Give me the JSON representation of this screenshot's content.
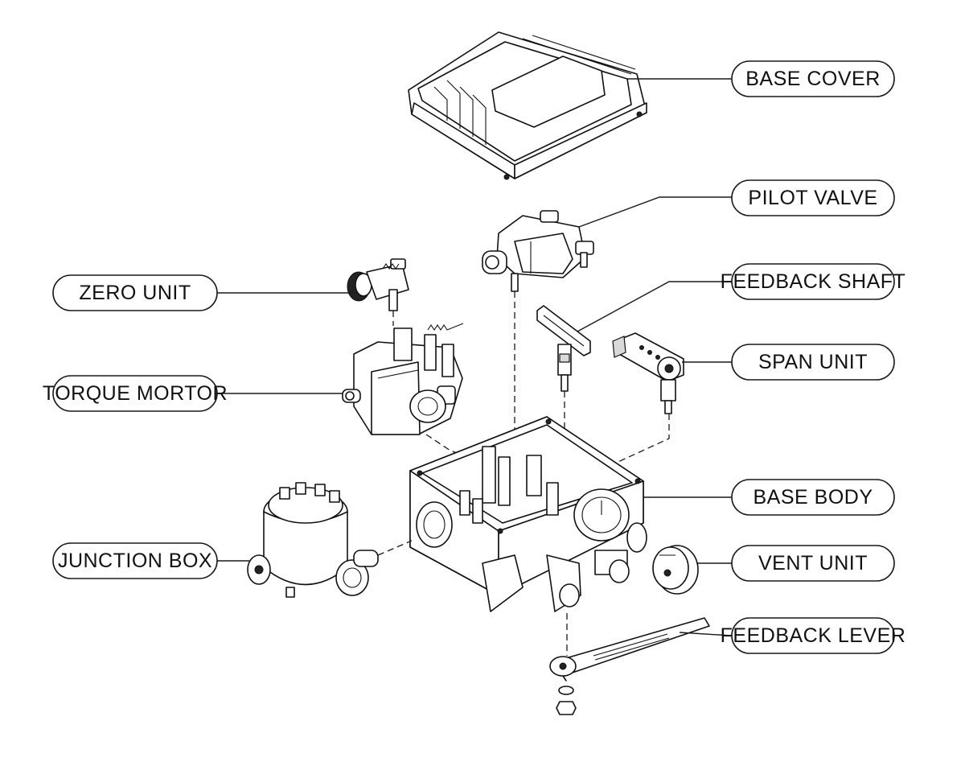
{
  "labels": {
    "base_cover": "BASE COVER",
    "pilot_valve": "PILOT VALVE",
    "zero_unit": "ZERO UNIT",
    "feedback_shaft": "FEEDBACK SHAFT",
    "span_unit": "SPAN UNIT",
    "torque_mortor": "TORQUE MORTOR",
    "base_body": "BASE BODY",
    "junction_box": "JUNCTION BOX",
    "vent_unit": "VENT UNIT",
    "feedback_lever": "FEEDBACK LEVER"
  },
  "colors": {
    "line": "#111111",
    "background": "#ffffff"
  }
}
